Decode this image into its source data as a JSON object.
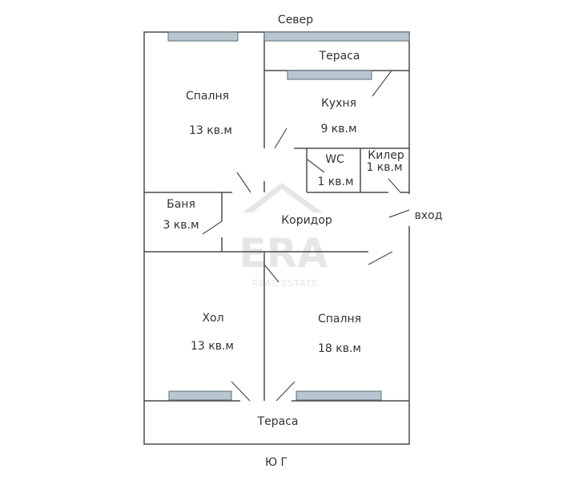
{
  "compass": {
    "north": "Север",
    "south": "Ю Г"
  },
  "watermark": {
    "logo": "ERA",
    "sub": "REAL ESTATE"
  },
  "rooms": {
    "terrace_north": {
      "name": "Тераса"
    },
    "bedroom_nw": {
      "name": "Спалня",
      "area": "13 кв.м"
    },
    "kitchen": {
      "name": "Кухня",
      "area": "9 кв.м"
    },
    "wc": {
      "name": "WC",
      "area": "1 кв.м"
    },
    "pantry": {
      "name": "Килер",
      "area": "1 кв.м"
    },
    "bathroom": {
      "name": "Баня",
      "area": "3 кв.м"
    },
    "corridor": {
      "name": "Коридор"
    },
    "entrance": {
      "name": "вход"
    },
    "living": {
      "name": "Хол",
      "area": "13 кв.м"
    },
    "bedroom_s": {
      "name": "Спалня",
      "area": "18 кв.м"
    },
    "terrace_south": {
      "name": "Тераса"
    }
  },
  "colors": {
    "wall": "#4a4a4a",
    "window": "#b7c6cf",
    "text": "#333333",
    "watermark": "#e6e6e6"
  }
}
